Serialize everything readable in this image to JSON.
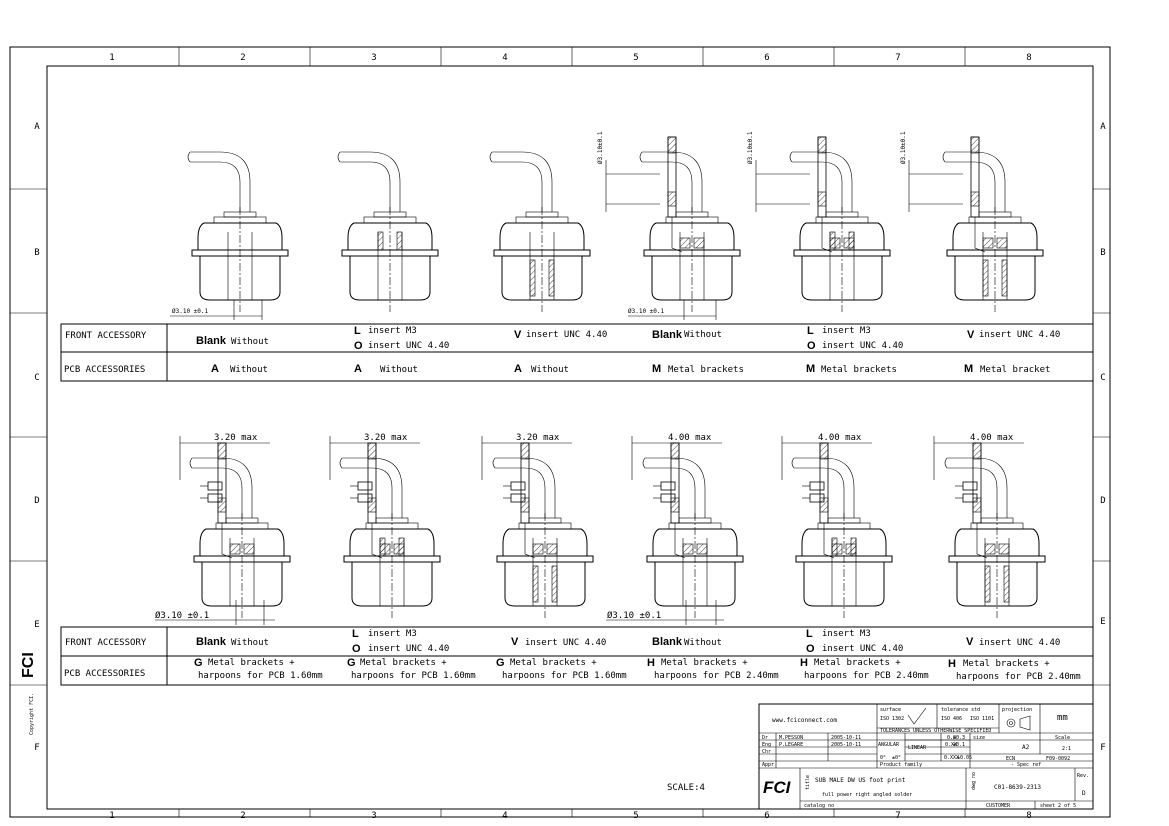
{
  "columns": [
    "1",
    "2",
    "3",
    "4",
    "5",
    "6",
    "7",
    "8"
  ],
  "rows": [
    "A",
    "B",
    "C",
    "D",
    "E",
    "F"
  ],
  "dims": {
    "top_dia_label": "Ø3.10 ±0.1",
    "vert_dia_label": "Ø3.10±0.1",
    "lower_dia_label": "Ø3.10 ±0.1",
    "lower_max": [
      "3.20 max",
      "3.20 max",
      "3.20 max",
      "4.00 max",
      "4.00 max",
      "4.00 max"
    ]
  },
  "table1": {
    "front_label": "FRONT ACCESSORY",
    "pcb_label": "PCB ACCESSORIES",
    "front": [
      {
        "code": "Blank",
        "text": "Without"
      },
      {
        "code": "L",
        "text": "insert M3",
        "code2": "O",
        "text2": "insert UNC 4.40"
      },
      {
        "code": "V",
        "text": "insert UNC 4.40"
      },
      {
        "code": "Blank",
        "text": "Without"
      },
      {
        "code": "L",
        "text": "insert M3",
        "code2": "O",
        "text2": "insert UNC 4.40"
      },
      {
        "code": "V",
        "text": "insert UNC 4.40"
      }
    ],
    "pcb": [
      {
        "code": "A",
        "text": "Without"
      },
      {
        "code": "A",
        "text": "Without"
      },
      {
        "code": "A",
        "text": "Without"
      },
      {
        "code": "M",
        "text": "Metal brackets"
      },
      {
        "code": "M",
        "text": "Metal brackets"
      },
      {
        "code": "M",
        "text": "Metal bracket"
      }
    ]
  },
  "table2": {
    "front_label": "FRONT ACCESSORY",
    "pcb_label": "PCB ACCESSORIES",
    "front": [
      {
        "code": "Blank",
        "text": "Without"
      },
      {
        "code": "L",
        "text": "insert M3",
        "code2": "O",
        "text2": "insert UNC 4.40"
      },
      {
        "code": "V",
        "text": "insert UNC 4.40"
      },
      {
        "code": "Blank",
        "text": "Without"
      },
      {
        "code": "L",
        "text": "insert M3",
        "code2": "O",
        "text2": "insert UNC 4.40"
      },
      {
        "code": "V",
        "text": "insert UNC 4.40"
      }
    ],
    "pcb": [
      {
        "code": "G",
        "text": "Metal brackets +",
        "text2": "harpoons for PCB 1.60mm"
      },
      {
        "code": "G",
        "text": "Metal brackets +",
        "text2": "harpoons for PCB 1.60mm"
      },
      {
        "code": "G",
        "text": "Metal brackets +",
        "text2": "harpoons for PCB 1.60mm"
      },
      {
        "code": "H",
        "text": "Metal brackets +",
        "text2": "harpoons for PCB 2.40mm"
      },
      {
        "code": "H",
        "text": "Metal brackets +",
        "text2": "harpoons for PCB 2.40mm"
      },
      {
        "code": "H",
        "text": "Metal brackets +",
        "text2": "harpoons for PCB 2.40mm"
      }
    ]
  },
  "scale_note": "SCALE:4",
  "side_logo": "FCI",
  "copyright": "Copyright FCI.",
  "titleblock": {
    "website": "www.fciconnect.com",
    "surface": "surface",
    "iso1302": "ISO 1302",
    "tolerance_std": "tolerance std",
    "iso406": "ISO 406",
    "iso1101": "ISO 1101",
    "projection": "projection",
    "unit": "mm",
    "tol_note": "TOLERANCES UNLESS OTHERWISE SPECIFIED",
    "dr_label": "Dr",
    "dr_name": "M.PESSON",
    "dr_date": "2005-10-11",
    "eng_label": "Eng",
    "eng_name": "P.LEGARE",
    "eng_date": "2005-10-11",
    "chr_label": "Chr",
    "appr_label": "Appr",
    "angular": "ANGULAR",
    "linear": "LINEAR",
    "ang_tol": "±0°",
    "ang_val": "0°",
    "tol1a": "0.0",
    "tol1b": "±0.3",
    "tol2a": "0.XX",
    "tol2b": "±0.1",
    "tol3a": "0.XXX",
    "tol3b": "±0.05",
    "size_label": "size",
    "size_val": "A2",
    "scale_label": "Scale",
    "scale_val": "2:1",
    "ecn_label": "ECN",
    "ecn_val": "F09-0092",
    "product_family": "Product family",
    "spec_ref": "- Spec ref",
    "title_label": "title",
    "title_line1": "SUB MALE DW US foot print",
    "title_line2": "full power right angled solder",
    "dwg_label": "dwg no",
    "dwg_no": "C01-8639-2313",
    "rev_label": "Rev.",
    "rev_val": "D",
    "catalog": "catalog no",
    "customer": "CUSTOMER",
    "sheet": "sheet 2 of 5",
    "logo": "FCI"
  }
}
